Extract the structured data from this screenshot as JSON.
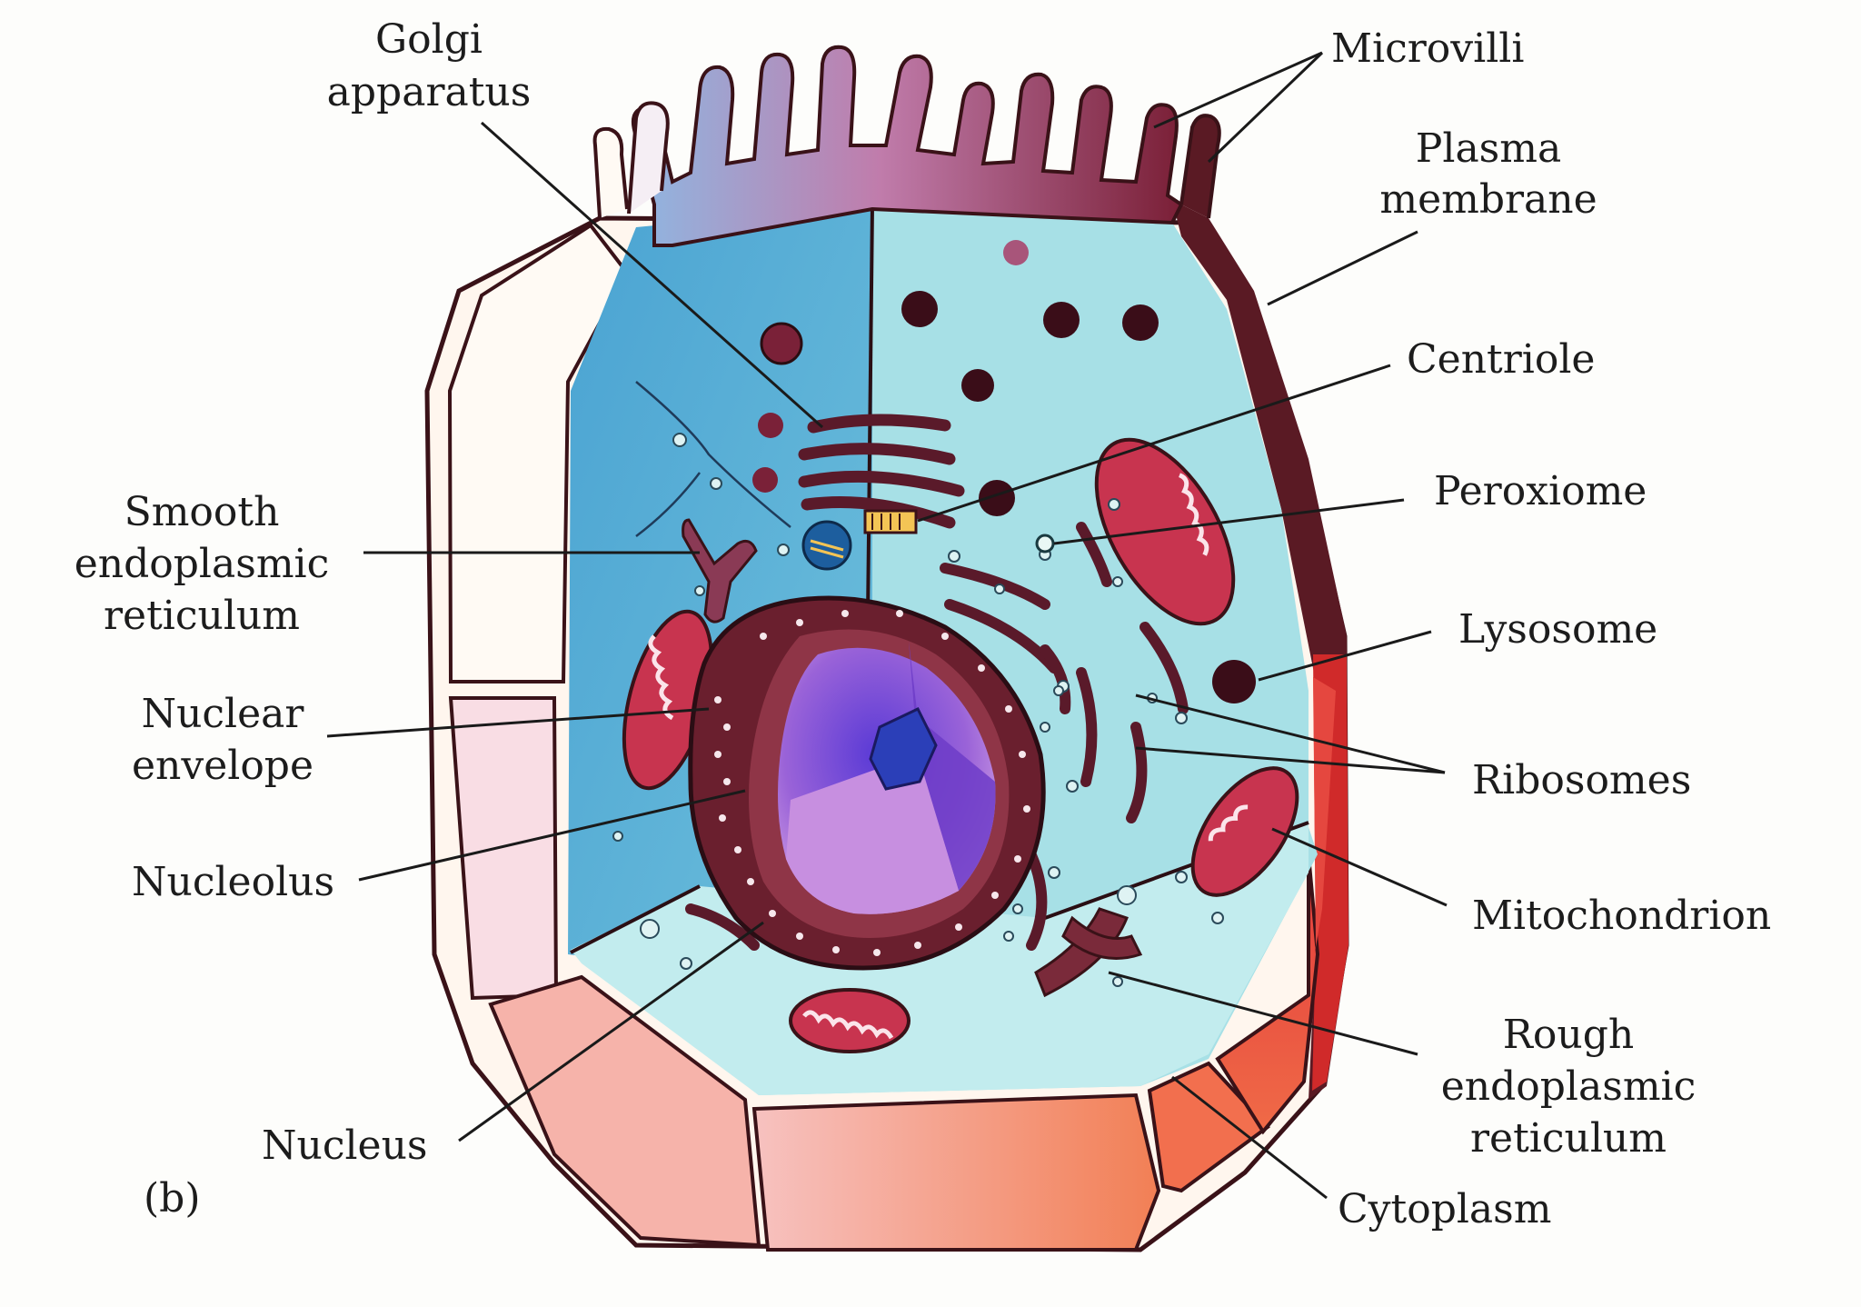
{
  "panel_tag": "(b)",
  "labels": {
    "golgi_line1": "Golgi",
    "golgi_line2": "apparatus",
    "microvilli": "Microvilli",
    "plasma_line1": "Plasma",
    "plasma_line2": "membrane",
    "centriole": "Centriole",
    "peroxiome": "Peroxiome",
    "lysosome": "Lysosome",
    "ribosomes": "Ribosomes",
    "mitochondrion": "Mitochondrion",
    "rough_line1": "Rough",
    "rough_line2": "endoplasmic",
    "rough_line3": "reticulum",
    "cytoplasm": "Cytoplasm",
    "smooth_line1": "Smooth",
    "smooth_line2": "endoplasmic",
    "smooth_line3": "reticulum",
    "nuclear_line1": "Nuclear",
    "nuclear_line2": "envelope",
    "nucleolus": "Nucleolus",
    "nucleus": "Nucleus"
  },
  "colors": {
    "cytoplasm_blue": "#5fb3d6",
    "cytoplasm_light": "#a6dde6",
    "membrane_dark": "#5a1a24",
    "cell_wall_pink": "#f3c6c9",
    "cell_wall_orange": "#f29066",
    "mitochondrion": "#c8344f",
    "nucleus_purple": "#8a4fd0",
    "nuclear_envelope": "#7a2a3a",
    "microvilli_top": "#b86f9a"
  }
}
